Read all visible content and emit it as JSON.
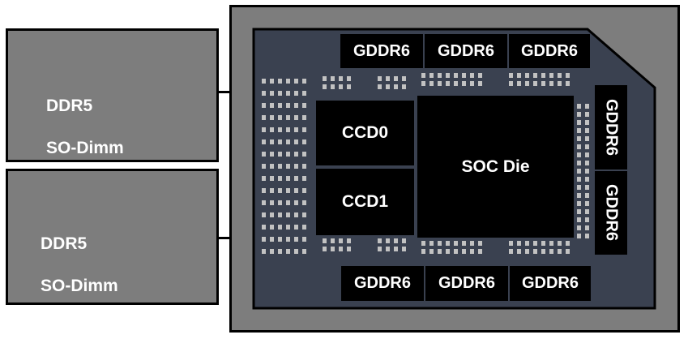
{
  "memory_left": [
    {
      "line1": "DDR5",
      "line2": "SO-Dimm"
    },
    {
      "line1": "DDR5",
      "line2": "SO-Dimm"
    }
  ],
  "package": {
    "gddr_top": [
      "GDDR6",
      "GDDR6",
      "GDDR6"
    ],
    "gddr_bottom": [
      "GDDR6",
      "GDDR6",
      "GDDR6"
    ],
    "gddr_right": [
      "GDDR6",
      "GDDR6"
    ],
    "ccd0": "CCD0",
    "ccd1": "CCD1",
    "soc": "SOC Die"
  },
  "colors": {
    "dimm_fill": "#7d7d7d",
    "package_fill": "#7d7d7d",
    "substrate_fill": "#3a4150",
    "chip_fill": "#000000",
    "cap_color": "#c2c2c2"
  }
}
